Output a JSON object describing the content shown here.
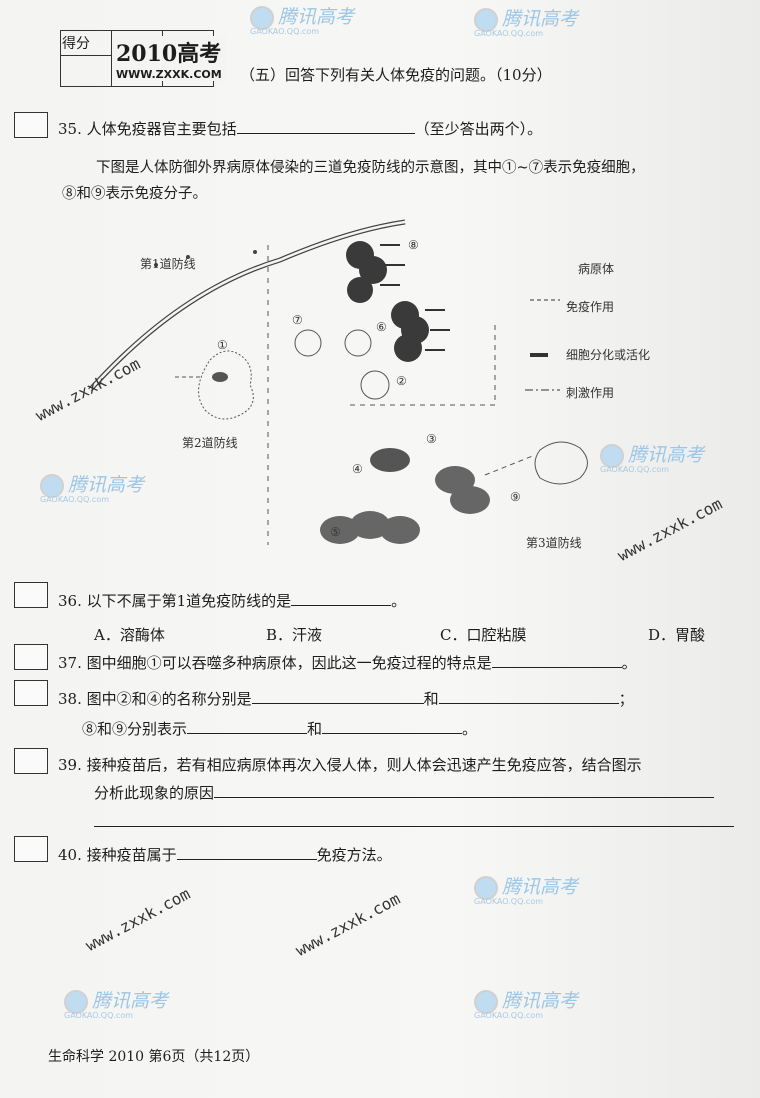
{
  "header": {
    "score_label": "得分",
    "logo_title": "2010高考",
    "logo_url": "WWW.ZXXK.COM",
    "section_title": "（五）回答下列有关人体免疫的问题。（10分）"
  },
  "questions": {
    "q35": {
      "text": "35. 人体免疫器官主要包括",
      "suffix": "（至少答出两个）。"
    },
    "intro_line1": "下图是人体防御外界病原体侵染的三道免疫防线的示意图，其中①~⑦表示免疫细胞，",
    "intro_line2": "⑧和⑨表示免疫分子。",
    "q36": {
      "text": "36. 以下不属于第1道免疫防线的是",
      "suffix": "。",
      "options": [
        "A．溶酶体",
        "B．汗液",
        "C．口腔粘膜",
        "D．胃酸"
      ]
    },
    "q37": {
      "text": "37. 图中细胞①可以吞噬多种病原体，因此这一免疫过程的特点是",
      "suffix": "。"
    },
    "q38": {
      "text": "38. 图中②和④的名称分别是",
      "and": "和",
      "semi": "；",
      "line2": "⑧和⑨分别表示",
      "and2": "和",
      "end": "。"
    },
    "q39": {
      "text": "39. 接种疫苗后，若有相应病原体再次入侵人体，则人体会迅速产生免疫应答，结合图示",
      "line2": "分析此现象的原因"
    },
    "q40": {
      "text": "40. 接种疫苗属于",
      "suffix": "免疫方法。"
    }
  },
  "diagram": {
    "line1": "第1道防线",
    "line2": "第2道防线",
    "line3": "第3道防线",
    "pathogen": "病原体",
    "legend": [
      "免疫作用",
      "细胞分化或活化",
      "刺激作用"
    ],
    "numbers": [
      "①",
      "②",
      "③",
      "④",
      "⑤",
      "⑥",
      "⑦",
      "⑧",
      "⑨"
    ]
  },
  "watermarks": {
    "brand": "腾讯高考",
    "brand_url": "GAOKAO.QQ.com",
    "site": "www.zxxk.com"
  },
  "footer": "生命科学 2010 第6页（共12页）"
}
